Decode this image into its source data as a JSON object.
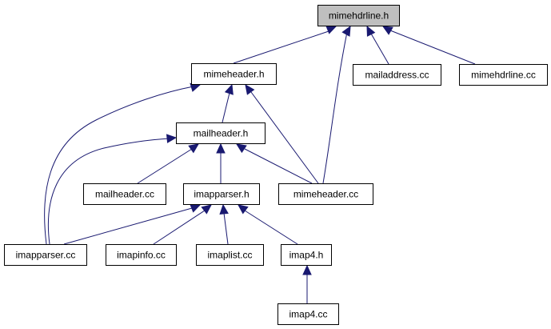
{
  "graph": {
    "title": "mimehdrline.h include dependency graph",
    "colors": {
      "edge": "#191970",
      "root_fill": "#bfbfbf",
      "node_fill": "#ffffff",
      "node_border": "#000000"
    },
    "nodes": [
      {
        "id": "mimehdrline_h",
        "label": "mimehdrline.h",
        "root": true
      },
      {
        "id": "mimeheader_h",
        "label": "mimeheader.h"
      },
      {
        "id": "mailaddress_cc",
        "label": "mailaddress.cc"
      },
      {
        "id": "mimehdrline_cc",
        "label": "mimehdrline.cc"
      },
      {
        "id": "mailheader_h",
        "label": "mailheader.h"
      },
      {
        "id": "mailheader_cc",
        "label": "mailheader.cc"
      },
      {
        "id": "imapparser_h",
        "label": "imapparser.h"
      },
      {
        "id": "mimeheader_cc",
        "label": "mimeheader.cc"
      },
      {
        "id": "imapparser_cc",
        "label": "imapparser.cc"
      },
      {
        "id": "imapinfo_cc",
        "label": "imapinfo.cc"
      },
      {
        "id": "imaplist_cc",
        "label": "imaplist.cc"
      },
      {
        "id": "imap4_h",
        "label": "imap4.h"
      },
      {
        "id": "imap4_cc",
        "label": "imap4.cc"
      }
    ],
    "edges": [
      {
        "from": "mimeheader_h",
        "to": "mimehdrline_h"
      },
      {
        "from": "mimeheader_cc",
        "to": "mimehdrline_h"
      },
      {
        "from": "mailaddress_cc",
        "to": "mimehdrline_h"
      },
      {
        "from": "mimehdrline_cc",
        "to": "mimehdrline_h"
      },
      {
        "from": "mailheader_h",
        "to": "mimeheader_h"
      },
      {
        "from": "mimeheader_cc",
        "to": "mimeheader_h"
      },
      {
        "from": "imapparser_cc",
        "to": "mimeheader_h"
      },
      {
        "from": "mailheader_cc",
        "to": "mailheader_h"
      },
      {
        "from": "imapparser_h",
        "to": "mailheader_h"
      },
      {
        "from": "mimeheader_cc",
        "to": "mailheader_h"
      },
      {
        "from": "imapparser_cc",
        "to": "mailheader_h"
      },
      {
        "from": "imapparser_cc",
        "to": "imapparser_h"
      },
      {
        "from": "imapinfo_cc",
        "to": "imapparser_h"
      },
      {
        "from": "imaplist_cc",
        "to": "imapparser_h"
      },
      {
        "from": "imap4_h",
        "to": "imapparser_h"
      },
      {
        "from": "imap4_cc",
        "to": "imap4_h"
      }
    ]
  }
}
